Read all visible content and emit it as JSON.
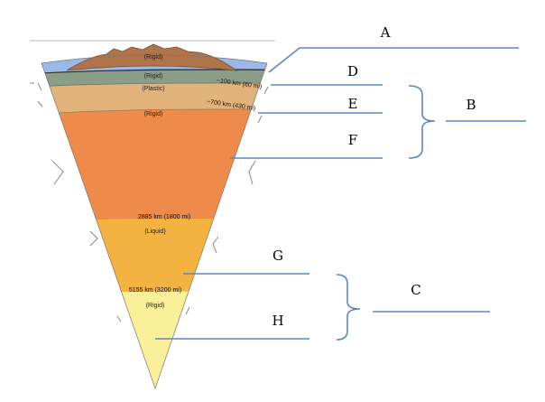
{
  "diagram": {
    "layers": {
      "crust_label": "(Rigid)",
      "lithosphere_label": "(Rigid)",
      "asthenosphere_label": "(Plastic)",
      "mesosphere_label": "(Rigid)",
      "outer_core_label": "(Liquid)",
      "inner_core_label": "(Rigid)"
    },
    "depths": {
      "d100": "~100 km (60 mi)",
      "d700": "~700 km (430 mi)",
      "d2885": "2885 km (1800 mi)",
      "d5155": "5155 km (3200 mi)"
    },
    "letters": {
      "A": "A",
      "B": "B",
      "C": "C",
      "D": "D",
      "E": "E",
      "F": "F",
      "G": "G",
      "H": "H"
    },
    "colors": {
      "ocean": "#9ab8e8",
      "mountain": "#b0744a",
      "lithosphere": "#8a9d88",
      "asthenosphere": "#e1b27a",
      "mesosphere": "#ee8a4a",
      "outer_core": "#f4b340",
      "inner_core": "#faf09a",
      "leader": "#5b86c5"
    }
  }
}
